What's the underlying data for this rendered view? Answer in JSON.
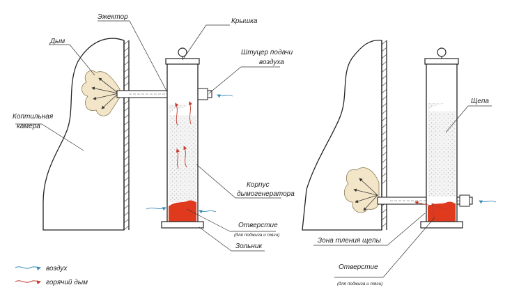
{
  "left": {
    "label_smoke": "Дым",
    "label_smoking_chamber_1": "Коптильная",
    "label_smoking_chamber_2": "камера",
    "label_ejector": "Эжектор",
    "label_lid": "Крышка",
    "label_air_fitting_1": "Штуцер подачи",
    "label_air_fitting_2": "воздуха",
    "label_body_1": "Корпус",
    "label_body_2": "дымогенератора",
    "label_hole": "Отверстие",
    "label_hole_note": "(для поджига и тяги)",
    "label_ash_pan": "Зольник"
  },
  "right": {
    "label_chips": "Щепа",
    "label_smolder_zone": "Зона тления щепы",
    "label_hole": "Отверстие",
    "label_hole_note": "(для поджига и тяги)"
  },
  "legend": {
    "air": "воздух",
    "hot_smoke": "горячий дым"
  },
  "colors": {
    "line": "#222222",
    "air_arrow": "#3a8ab8",
    "smoke_arrow": "#c0392b",
    "ember_fill": "#e03a1e",
    "chips_fill": "#e8e8e8",
    "smoke_cloud": "#f3e6c8"
  }
}
